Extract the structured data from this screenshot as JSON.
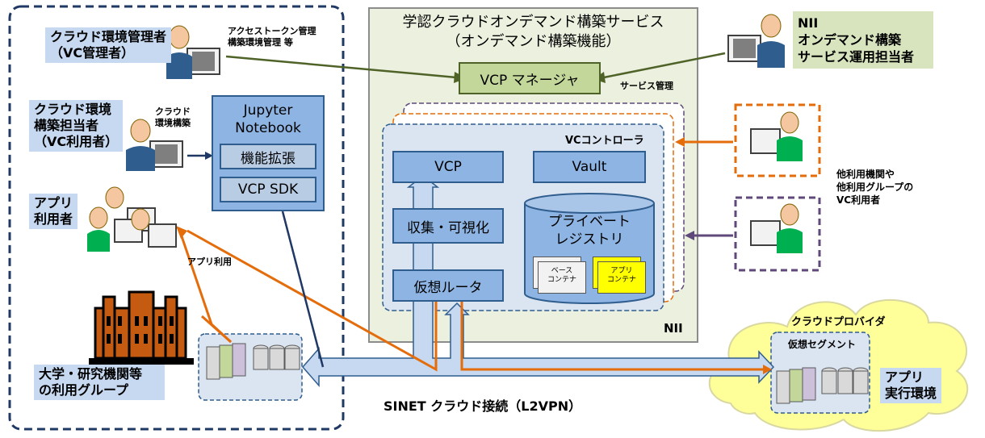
{
  "left_group": {
    "cloud_admin": {
      "line1": "クラウド環境管理者",
      "line2": "（VC管理者）"
    },
    "cloud_admin_task": {
      "line1": "アクセストークン管理",
      "line2": "構築環境管理 等"
    },
    "cloud_builder": {
      "line1": "クラウド環境",
      "line2": "構築担当者",
      "line3": "（VC利用者）"
    },
    "cloud_builder_task": {
      "line1": "クラウド",
      "line2": "環境構築"
    },
    "app_user": {
      "line1": "アプリ",
      "line2": "利用者"
    },
    "app_use": "アプリ利用",
    "jupyter": {
      "title_line1": "Jupyter",
      "title_line2": "Notebook",
      "ext": "機能拡張",
      "sdk": "VCP SDK"
    },
    "university": {
      "line1": "大学・研究機関等",
      "line2": "の利用グループ"
    }
  },
  "service": {
    "title_line1": "学認クラウドオンデマンド構築サービス",
    "title_line2": "（オンデマンド構築機能）",
    "vcp_manager": "VCP マネージャ",
    "service_mgmt": "サービス管理",
    "vc_controller": "VCコントローラ",
    "vcp": "VCP",
    "vault": "Vault",
    "collect": "収集・可視化",
    "registry_line1": "プライベート",
    "registry_line2": "レジストリ",
    "base_container": {
      "line1": "ベース",
      "line2": "コンテナ"
    },
    "app_container": {
      "line1": "アプリ",
      "line2": "コンテナ"
    },
    "virtual_router": "仮想ルータ",
    "nii": "NII"
  },
  "right_group": {
    "nii_operator": {
      "line1": "NII",
      "line2": "オンデマンド構築",
      "line3": "サービス運用担当者"
    },
    "other_users": {
      "line1": "他利用機関や",
      "line2": "他利用グループの",
      "line3": "VC利用者"
    }
  },
  "cloud": {
    "provider": "クラウドプロバイダ",
    "segment": "仮想セグメント",
    "app_env": {
      "line1": "アプリ",
      "line2": "実行環境"
    }
  },
  "sinet": "SINET クラウド接続（L2VPN）",
  "colors": {
    "label_bg": "#c6d9f1",
    "component_blue": "#8db4e2",
    "service_bg": "#ebf1de",
    "orange": "#e46c0a",
    "purple": "#5f497a",
    "cloud_fill": "#ffff99"
  }
}
